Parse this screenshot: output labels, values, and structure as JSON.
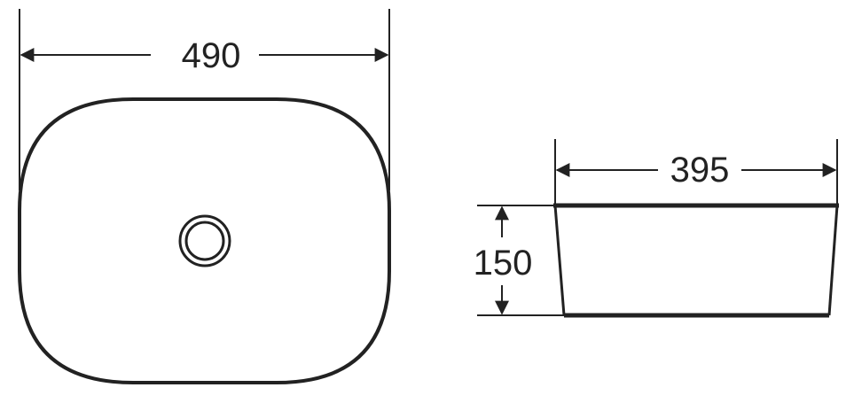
{
  "drawing": {
    "top_view": {
      "width_label": "490"
    },
    "side_view": {
      "width_label": "395",
      "height_label": "150"
    }
  },
  "colors": {
    "line": "#222222",
    "background": "#ffffff"
  }
}
